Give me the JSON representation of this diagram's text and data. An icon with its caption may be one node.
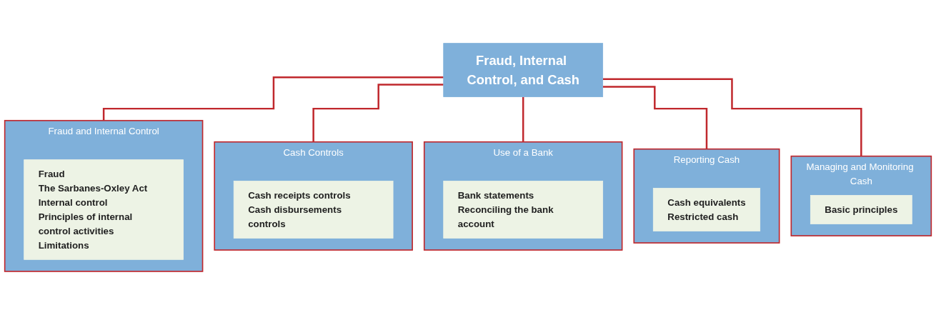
{
  "diagram": {
    "nodes": [
      {
        "text": [
          "Fraud, Internal Control, and Cash"
        ]
      },
      {
        "text": [
          "Fraud and Internal Control"
        ]
      },
      {
        "text": [
          "Fraud",
          "The Sarbanes-Oxley Act",
          "Internal control",
          "Principles of internal control activities",
          "Limitations"
        ],
        "in": 1
      },
      {
        "text": [
          "Cash Controls"
        ]
      },
      {
        "text": [
          "Cash receipts controls",
          "Cash disbursements controls"
        ],
        "in": 3
      },
      {
        "text": [
          "Use of a Bank"
        ]
      },
      {
        "text": [
          "Bank statements",
          "Reconciling the bank account"
        ],
        "in": 5
      },
      {
        "text": [
          "Reporting Cash"
        ]
      },
      {
        "text": [
          "Cash equivalents",
          "Restricted cash"
        ],
        "in": 7
      },
      {
        "text": [
          "Managing and Monitoring Cash"
        ]
      },
      {
        "text": [
          "Basic principles"
        ],
        "in": 9
      }
    ],
    "edges": [
      {
        "from": 0,
        "to": 1,
        "arrow": "none",
        "color": "#c0282d"
      },
      {
        "from": 0,
        "to": 3,
        "arrow": "none",
        "color": "#c0282d"
      },
      {
        "from": 0,
        "to": 5,
        "arrow": "none",
        "color": "#c0282d"
      },
      {
        "from": 0,
        "to": 7,
        "arrow": "none",
        "color": "#c0282d"
      },
      {
        "from": 0,
        "to": 9,
        "arrow": "none",
        "color": "#c0282d"
      }
    ]
  }
}
